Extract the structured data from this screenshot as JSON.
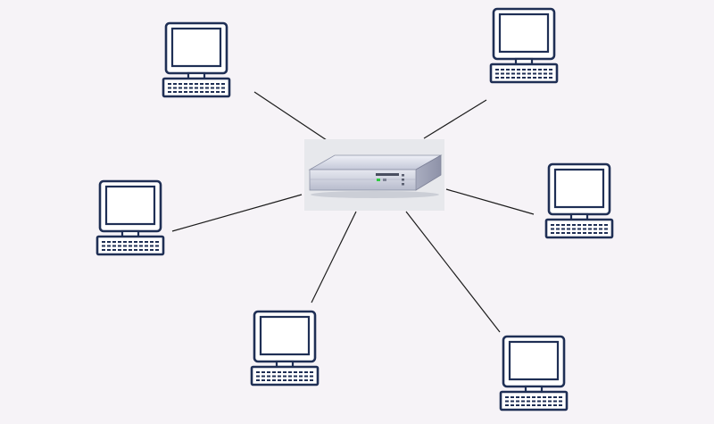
{
  "diagram": {
    "type": "star-network-topology",
    "hub": {
      "icon": "server-icon"
    },
    "nodes": [
      {
        "id": "pc-top-left",
        "icon": "computer-icon"
      },
      {
        "id": "pc-top-right",
        "icon": "computer-icon"
      },
      {
        "id": "pc-middle-left",
        "icon": "computer-icon"
      },
      {
        "id": "pc-middle-right",
        "icon": "computer-icon"
      },
      {
        "id": "pc-bottom-left",
        "icon": "computer-icon"
      },
      {
        "id": "pc-bottom-right",
        "icon": "computer-icon"
      }
    ],
    "links": [
      {
        "from": "hub",
        "to": "pc-top-left"
      },
      {
        "from": "hub",
        "to": "pc-top-right"
      },
      {
        "from": "hub",
        "to": "pc-middle-left"
      },
      {
        "from": "hub",
        "to": "pc-middle-right"
      },
      {
        "from": "hub",
        "to": "pc-bottom-left"
      },
      {
        "from": "hub",
        "to": "pc-bottom-right"
      }
    ],
    "colors": {
      "background": "#f6f3f7",
      "icon_stroke": "#1f2f55",
      "screen_fill": "#ffffff",
      "link": "#1c1c1c",
      "server_body": "#c9ccd9",
      "server_led": "#2ecc40"
    }
  }
}
